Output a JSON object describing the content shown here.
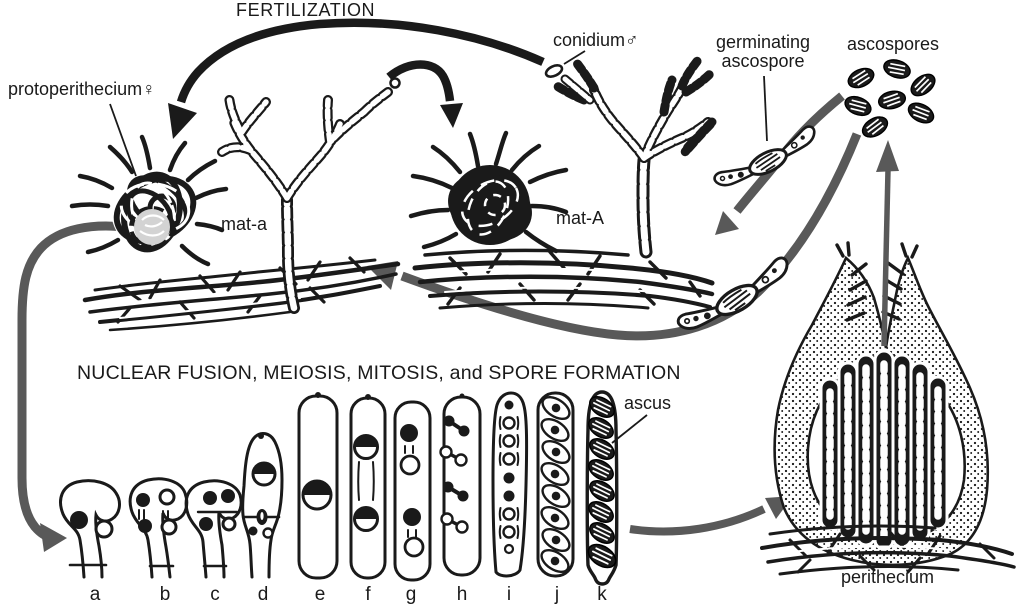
{
  "figure": {
    "stage_headings": {
      "fertilization": "FERTILIZATION",
      "spore_formation": "NUCLEAR FUSION, MEIOSIS, MITOSIS, and SPORE FORMATION"
    },
    "labels": {
      "protoperithecium": "protoperithecium♀",
      "conidium": "conidium♂",
      "germinating_ascospore_line1": "germinating",
      "germinating_ascospore_line2": "ascospore",
      "ascospores": "ascospores",
      "mating_type_a": "mat-a",
      "mating_type_A": "mat-A",
      "ascus": "ascus",
      "perithecium": "perithecium"
    },
    "ascus_stage_letters": [
      "a",
      "b",
      "c",
      "d",
      "e",
      "f",
      "g",
      "h",
      "i",
      "j",
      "k"
    ],
    "colors": {
      "ink": "#1a1a1a",
      "cycle_arrow_gray": "#595959",
      "protoperithecium_fill": "#d3d3d3",
      "background": "#ffffff"
    }
  }
}
